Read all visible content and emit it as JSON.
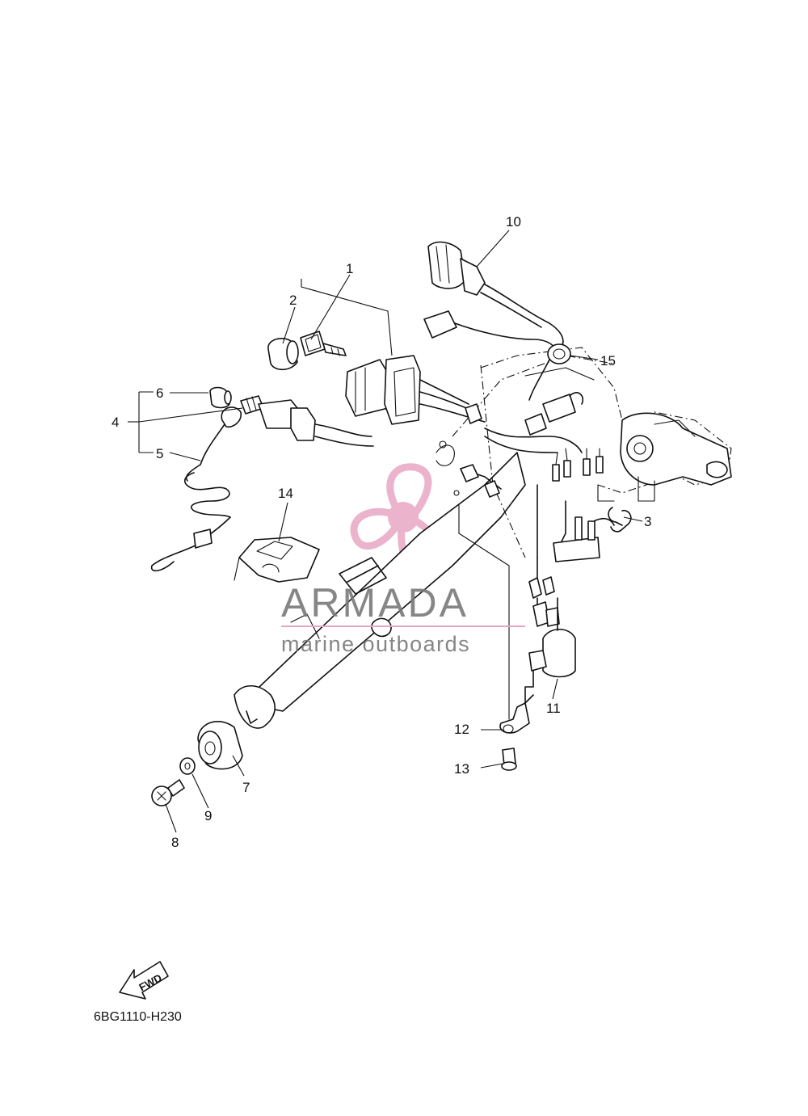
{
  "diagram": {
    "part_numbers": [
      "1",
      "2",
      "3",
      "4",
      "5",
      "6",
      "7",
      "8",
      "9",
      "10",
      "11",
      "12",
      "13",
      "14",
      "15"
    ],
    "code": "6BG1110-H230",
    "fwd_label": "FWD"
  },
  "watermark": {
    "brand": "ARMADA",
    "tagline": "marine outboards",
    "color_pink": "#e8a6c4",
    "color_text": "#7a7a7a"
  }
}
